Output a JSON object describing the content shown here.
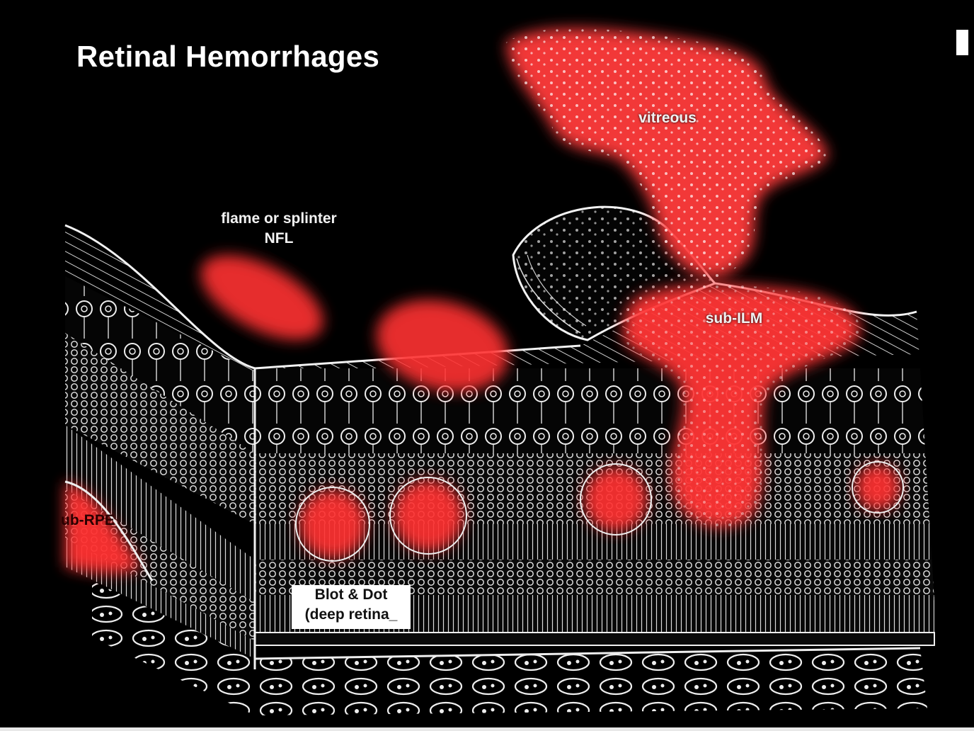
{
  "title": "Retinal Hemorrhages",
  "labels": {
    "vitreous": "vitreous",
    "sub_ilm": "sub-ILM",
    "flame_line1": "flame or splinter",
    "flame_line2": "NFL",
    "sub_rpe": "ub-RPE",
    "blot_line1": "Blot & Dot",
    "blot_line2": "(deep retina_"
  },
  "colors": {
    "background": "#000000",
    "hemorrhage": "#ff3030",
    "line_art": "#f5f5f5"
  }
}
